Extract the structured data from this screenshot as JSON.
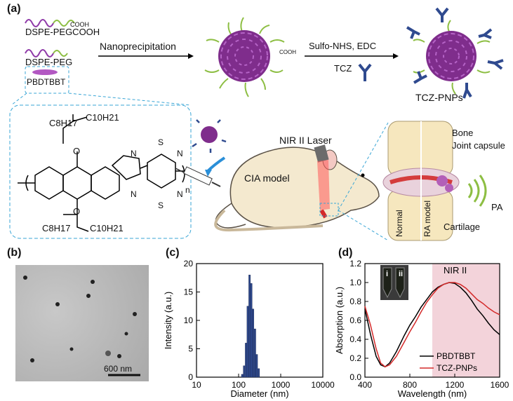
{
  "panel_labels": {
    "a": "(a)",
    "b": "(b)",
    "c": "(c)",
    "d": "(d)"
  },
  "panel_a": {
    "legend": {
      "dspe_pegcooh": "DSPE-PEGCOOH",
      "cooh_tail": "COOH",
      "dspe_peg": "DSPE-PEG",
      "pbdtbbt": "PBDTBBT"
    },
    "arrow1_label": "Nanoprecipitation",
    "arrow2_label_top": "Sulfo-NHS, EDC",
    "arrow2_label_bottom": "TCZ",
    "cooh_group": "COOH",
    "product_label": "TCZ-PNPs",
    "structure": {
      "top_chain_a": "C8H17",
      "top_chain_b": "C10H21",
      "bottom_chain_a": "C8H17",
      "bottom_chain_b": "C10H21",
      "repeat": "n",
      "atom_o": "O",
      "atom_s": "S",
      "atom_n": "N"
    },
    "scene": {
      "laser": "NIR II Laser",
      "model": "CIA model",
      "bone": "Bone",
      "joint_capsule": "Joint capsule",
      "pa": "PA",
      "cartilage": "Cartilage",
      "normal": "Normal",
      "ra_model": "RA model"
    }
  },
  "panel_b": {
    "scale_bar": "600 nm"
  },
  "chart_data": [
    {
      "type": "bar",
      "panel": "(c)",
      "xlabel": "Diameter (nm)",
      "ylabel": "Intensity (a.u.)",
      "xscale": "log",
      "xlim": [
        10,
        10000
      ],
      "ylim": [
        0,
        20
      ],
      "xticks": [
        "10",
        "100",
        "1000",
        "10000"
      ],
      "yticks": [
        "0",
        "5",
        "10",
        "15",
        "20"
      ],
      "bins": [
        {
          "x": 122,
          "value": 0.5
        },
        {
          "x": 135,
          "value": 2.0
        },
        {
          "x": 150,
          "value": 6.0
        },
        {
          "x": 165,
          "value": 12.5
        },
        {
          "x": 182,
          "value": 18.0
        },
        {
          "x": 200,
          "value": 16.5
        },
        {
          "x": 220,
          "value": 12.0
        },
        {
          "x": 245,
          "value": 8.5
        },
        {
          "x": 270,
          "value": 4.0
        },
        {
          "x": 300,
          "value": 1.5
        }
      ]
    },
    {
      "type": "line",
      "panel": "(d)",
      "xlabel": "Wavelength (nm)",
      "ylabel": "Absorption (a.u.)",
      "xlim": [
        400,
        1600
      ],
      "ylim": [
        0,
        1.2
      ],
      "xticks": [
        "400",
        "800",
        "1200",
        "1600"
      ],
      "yticks": [
        "0.0",
        "0.2",
        "0.4",
        "0.6",
        "0.8",
        "1.0",
        "1.2"
      ],
      "region": {
        "label": "NIR II",
        "x": [
          1000,
          1600
        ],
        "color": "#f3d3da"
      },
      "inset_labels": [
        "i",
        "ii"
      ],
      "legend_position": "lower-right",
      "series": [
        {
          "name": "PBDTBBT",
          "color": "#000000",
          "x": [
            400,
            450,
            500,
            540,
            580,
            620,
            680,
            750,
            800,
            850,
            900,
            950,
            1000,
            1050,
            1100,
            1150,
            1200,
            1250,
            1300,
            1350,
            1400,
            1450,
            1500,
            1550,
            1600
          ],
          "y": [
            0.72,
            0.45,
            0.22,
            0.13,
            0.11,
            0.15,
            0.27,
            0.44,
            0.55,
            0.64,
            0.74,
            0.82,
            0.9,
            0.95,
            0.98,
            1.0,
            0.99,
            0.95,
            0.89,
            0.81,
            0.72,
            0.65,
            0.57,
            0.5,
            0.45
          ]
        },
        {
          "name": "TCZ-PNPs",
          "color": "#d42a2a",
          "x": [
            400,
            450,
            500,
            540,
            580,
            620,
            680,
            750,
            800,
            850,
            900,
            950,
            1000,
            1050,
            1100,
            1150,
            1200,
            1250,
            1300,
            1350,
            1400,
            1450,
            1500,
            1550,
            1600
          ],
          "y": [
            0.75,
            0.55,
            0.3,
            0.15,
            0.11,
            0.13,
            0.22,
            0.37,
            0.48,
            0.58,
            0.69,
            0.79,
            0.87,
            0.94,
            0.98,
            1.0,
            1.0,
            0.98,
            0.94,
            0.88,
            0.82,
            0.78,
            0.73,
            0.69,
            0.66
          ]
        }
      ]
    }
  ]
}
